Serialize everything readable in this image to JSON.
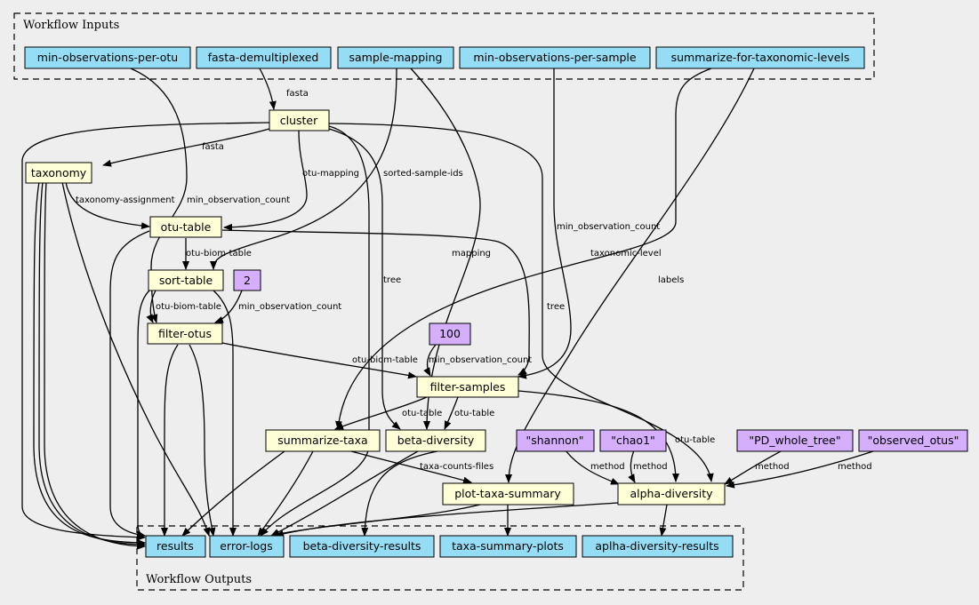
{
  "clusters": {
    "inputs": "Workflow Inputs",
    "outputs": "Workflow Outputs"
  },
  "colors": {
    "background": "#eeeeee",
    "io_node": "#94ddf4",
    "step_node": "#ffffd7",
    "constant_node": "#d5aefc",
    "edge": "#000000"
  },
  "nodes": {
    "min_obs_per_otu": "min-observations-per-otu",
    "fasta_demux": "fasta-demultiplexed",
    "sample_mapping": "sample-mapping",
    "min_obs_per_sample": "min-observations-per-sample",
    "summarize_levels": "summarize-for-taxonomic-levels",
    "cluster": "cluster",
    "taxonomy": "taxonomy",
    "otu_table": "otu-table",
    "sort_table": "sort-table",
    "const_2": "2",
    "filter_otus": "filter-otus",
    "const_100": "100",
    "filter_samples": "filter-samples",
    "summarize_taxa": "summarize-taxa",
    "beta_diversity": "beta-diversity",
    "shannon": "\"shannon\"",
    "chao1": "\"chao1\"",
    "pd_whole_tree": "\"PD_whole_tree\"",
    "observed_otus": "\"observed_otus\"",
    "plot_taxa_summary": "plot-taxa-summary",
    "alpha_diversity": "alpha-diversity",
    "results": "results",
    "error_logs": "error-logs",
    "beta_results": "beta-diversity-results",
    "taxa_plots": "taxa-summary-plots",
    "alpha_results": "aplha-diversity-results"
  },
  "edge_labels": {
    "fasta_1": "fasta",
    "fasta_2": "fasta",
    "otu_mapping": "otu-mapping",
    "sorted_sample_ids": "sorted-sample-ids",
    "taxonomy_assignment": "taxonomy-assignment",
    "min_obs_count_1": "min_observation_count",
    "otu_biom_table_1": "otu-biom-table",
    "otu_biom_table_2": "otu-biom-table",
    "min_obs_count_2": "min_observation_count",
    "tree_1": "tree",
    "mapping": "mapping",
    "min_obs_count_3": "min_observation_count",
    "taxonomic_level": "taxonomic-level",
    "labels": "labels",
    "tree_2": "tree",
    "otu_biom_table_3": "otu-biom-table",
    "min_obs_count_4": "min_observation_count",
    "otu_table_1": "otu-table",
    "otu_table_2": "otu-table",
    "otu_table_3": "otu-table",
    "taxa_counts_files": "taxa-counts-files",
    "method_1": "method",
    "method_2": "method",
    "method_3": "method",
    "method_4": "method"
  }
}
